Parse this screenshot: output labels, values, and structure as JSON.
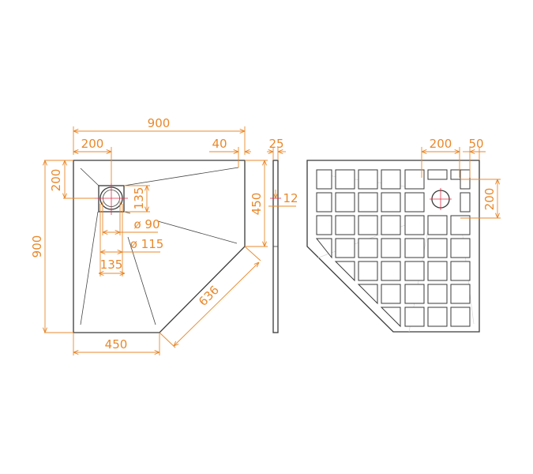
{
  "drawing": {
    "dimension_color": "#e8892c",
    "outline_color": "#3a3a3a",
    "top_view": {
      "overall_width": "900",
      "drain_offset_x": "200",
      "edge_offset": "40",
      "drain_offset_y": "200",
      "overall_depth": "900",
      "drain_box_height": "135",
      "side_straight_length": "450",
      "drain_inner_diameter": "ø 90",
      "drain_outer_diameter": "ø 115",
      "drain_box_width": "135",
      "diagonal_length": "636",
      "front_straight_length": "450"
    },
    "side_view": {
      "thickness": "25",
      "edge_height": "12"
    },
    "bottom_view": {
      "drain_offset_x": "200",
      "drain_edge_offset": "50",
      "drain_zone_height": "200"
    }
  }
}
